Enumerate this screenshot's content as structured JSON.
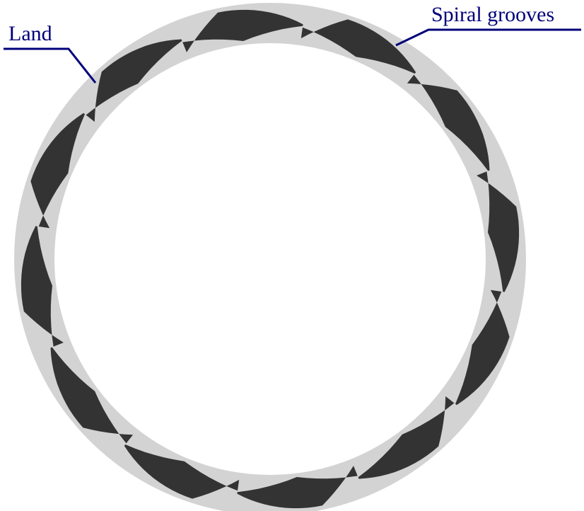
{
  "labels": {
    "land": "Land",
    "spiral_grooves": "Spiral grooves"
  },
  "colors": {
    "background": "#ffffff",
    "land": "#d3d3d3",
    "groove": "#333333",
    "callout_line": "#00007a",
    "text": "#00007a"
  },
  "groove_count": 12
}
